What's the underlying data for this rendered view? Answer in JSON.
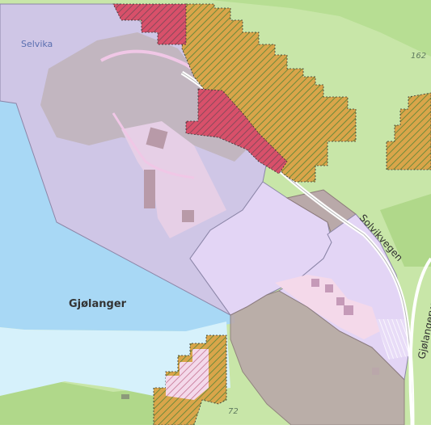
{
  "map": {
    "labels": {
      "selvika": "Selvika",
      "gjolanger": "Gjølanger",
      "solvikvegen": "Solvikvegen",
      "gjolangervegen": "Gjølangervegen",
      "elev_162": "162",
      "elev_72": "72"
    },
    "colors": {
      "forest_green": "#c8e6a8",
      "dark_green": "#b0d88a",
      "water_blue": "#a8d8f5",
      "light_water": "#d6f1fb",
      "zone_purple": "#cfc6e6",
      "zone_lavender": "#e3d5f5",
      "zone_brown": "#b9a9a9",
      "hatch_orange": "#d9a54a",
      "hatch_red": "#d8506a",
      "road_pink": "#f0c7e6"
    }
  }
}
